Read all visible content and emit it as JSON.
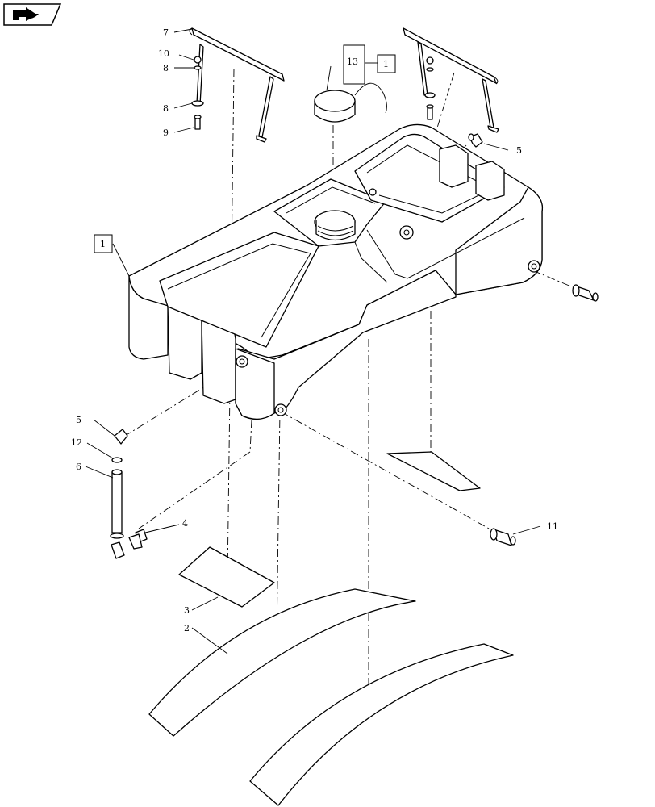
{
  "nav": {
    "icon": "arrow-forward-icon"
  },
  "callouts": {
    "c1_top": "1",
    "c1_left": "1",
    "c2": "2",
    "c3": "3",
    "c4": "4",
    "c5_right": "5",
    "c5_left": "5",
    "c6": "6",
    "c7": "7",
    "c8_a": "8",
    "c8_b": "8",
    "c9": "9",
    "c10": "10",
    "c11": "11",
    "c12": "12",
    "c13": "13"
  }
}
